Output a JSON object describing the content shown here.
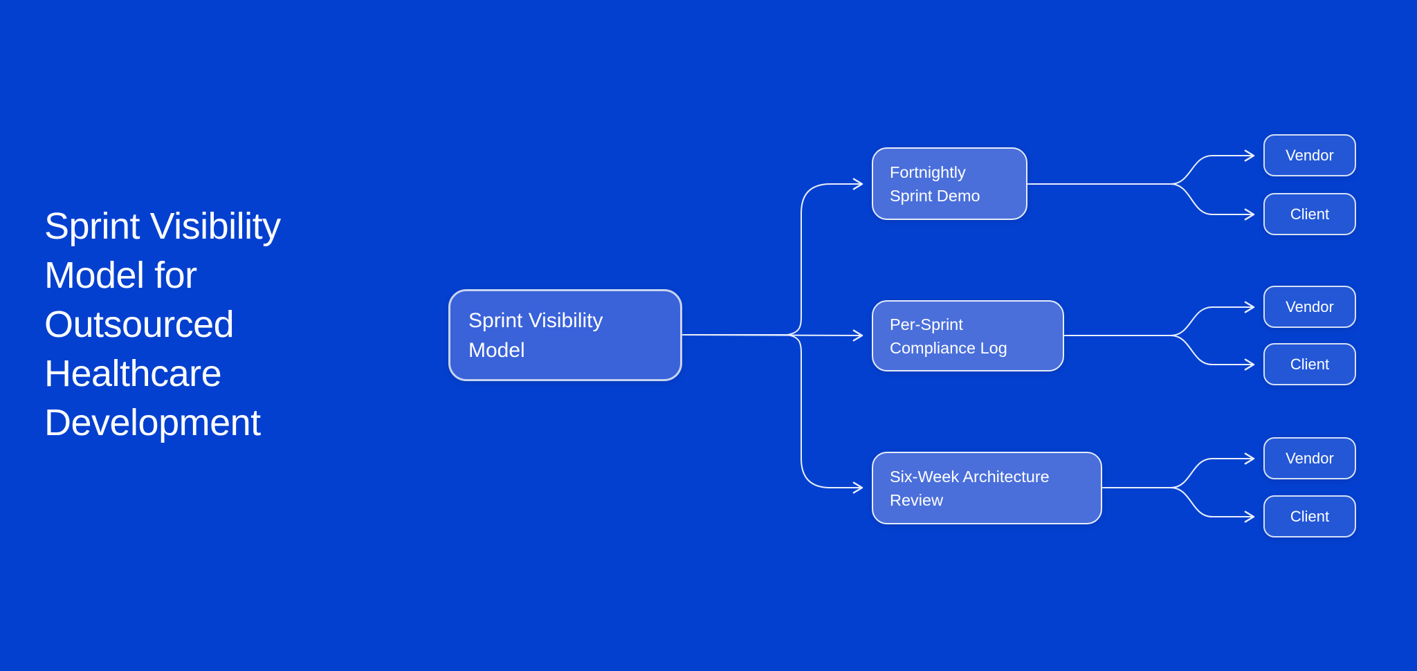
{
  "title": {
    "text": "Sprint Visibility Model for Outsourced Healthcare Development",
    "lines": [
      "Sprint Visibility",
      "Model for",
      "Outsourced",
      "Healthcare",
      "Development"
    ]
  },
  "mindmap": {
    "root": {
      "label": "Sprint Visibility Model"
    },
    "topics": [
      {
        "label": "Fortnightly Sprint Demo",
        "children": [
          {
            "label": "Vendor"
          },
          {
            "label": "Client"
          }
        ]
      },
      {
        "label": "Per-Sprint Compliance Log",
        "children": [
          {
            "label": "Vendor"
          },
          {
            "label": "Client"
          }
        ]
      },
      {
        "label": "Six-Week Architecture Review",
        "children": [
          {
            "label": "Vendor"
          },
          {
            "label": "Client"
          }
        ]
      }
    ]
  },
  "colors": {
    "background": "#0440CF",
    "root_fill": "#3A62D9",
    "root_border": "#C7D4F0",
    "topic_fill": "#4A6FDB",
    "topic_border": "#E6EDFB",
    "leaf_fill": "#2357D6",
    "leaf_border": "#D6E1F7",
    "connector": "#E9EFFC",
    "text": "#FFFFFF"
  }
}
